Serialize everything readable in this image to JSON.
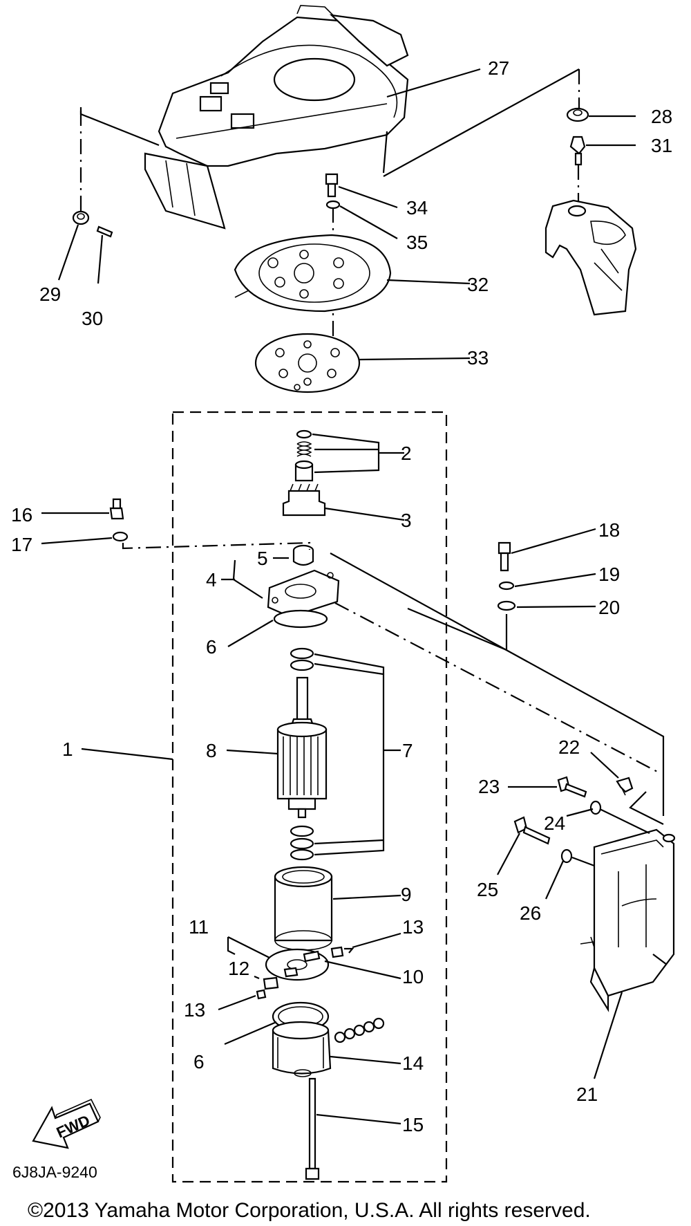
{
  "diagram": {
    "drawing_code": "6J8JA-9240",
    "copyright": "©2013 Yamaha Motor Corporation, U.S.A. All rights reserved.",
    "fwd_label": "FWD",
    "callouts": {
      "c1": "1",
      "c2": "2",
      "c3": "3",
      "c4": "4",
      "c5": "5",
      "c6a": "6",
      "c6b": "6",
      "c7": "7",
      "c8": "8",
      "c9": "9",
      "c10": "10",
      "c11": "11",
      "c12": "12",
      "c13a": "13",
      "c13b": "13",
      "c14": "14",
      "c15": "15",
      "c16": "16",
      "c17": "17",
      "c18": "18",
      "c19": "19",
      "c20": "20",
      "c21": "21",
      "c22": "22",
      "c23": "23",
      "c24": "24",
      "c25": "25",
      "c26": "26",
      "c27": "27",
      "c28": "28",
      "c29": "29",
      "c30": "30",
      "c31": "31",
      "c32": "32",
      "c33": "33",
      "c34": "34",
      "c35": "35"
    }
  }
}
